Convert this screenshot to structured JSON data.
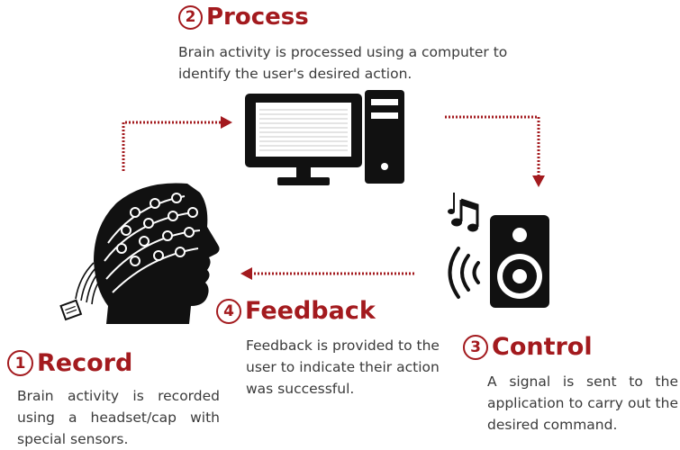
{
  "colors": {
    "accent": "#a31a1e",
    "icon": "#111111",
    "text": "#3a3a3a"
  },
  "icons": [
    "computer-icon",
    "speaker-icon",
    "music-note-icon",
    "sound-waves-icon",
    "head-with-eeg-cap-icon"
  ],
  "steps": {
    "process": {
      "number": "2",
      "title": "Process",
      "description": "Brain activity is processed using a computer to identify the user's desired action."
    },
    "record": {
      "number": "1",
      "title": "Record",
      "description": "Brain activity is recorded using a headset/cap with special sensors."
    },
    "control": {
      "number": "3",
      "title": "Control",
      "description": "A signal is sent to the application to carry out the desired command."
    },
    "feedback": {
      "number": "4",
      "title": "Feedback",
      "description": "Feedback is provided to the user to indicate their action was successful."
    }
  }
}
